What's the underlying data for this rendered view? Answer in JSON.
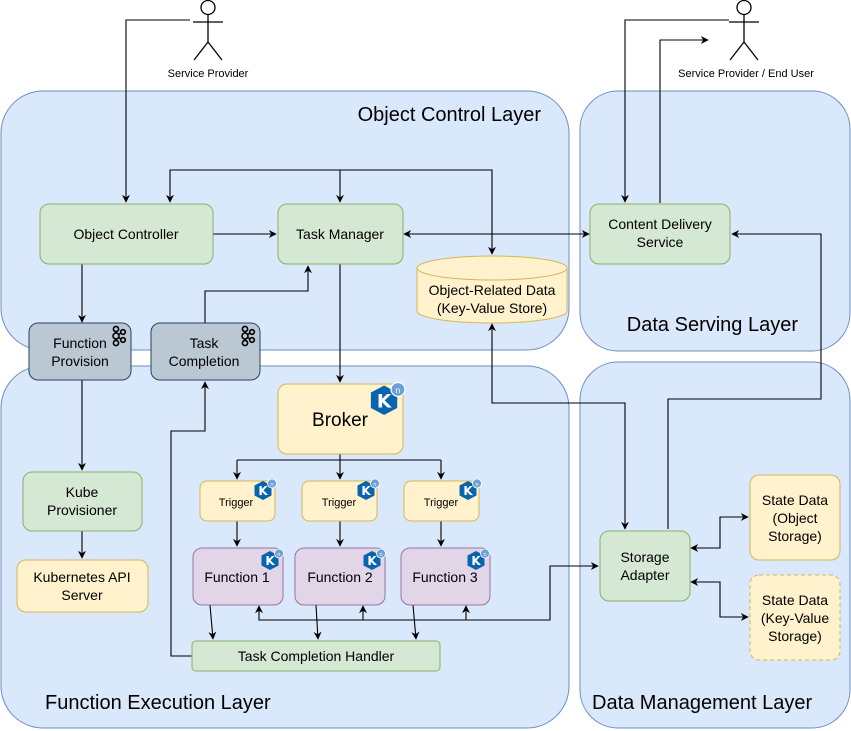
{
  "actors": {
    "provider": "Service Provider",
    "provider_end_user": "Service Provider / End User"
  },
  "layers": {
    "object_control": "Object Control Layer",
    "data_serving": "Data Serving Layer",
    "function_execution": "Function Execution Layer",
    "data_management": "Data Management Layer"
  },
  "nodes": {
    "object_controller": "Object Controller",
    "task_manager": "Task Manager",
    "object_data_line1": "Object-Related Data",
    "object_data_line2": "(Key-Value Store)",
    "content_delivery_line1": "Content Delivery",
    "content_delivery_line2": "Service",
    "function_provision_line1": "Function",
    "function_provision_line2": "Provision",
    "task_completion_line1": "Task",
    "task_completion_line2": "Completion",
    "broker": "Broker",
    "kube_provisioner_line1": "Kube",
    "kube_provisioner_line2": "Provisioner",
    "k8s_api_line1": "Kubernetes API",
    "k8s_api_line2": "Server",
    "trigger_1": "Trigger",
    "trigger_2": "Trigger",
    "trigger_3": "Trigger",
    "function_1": "Function 1",
    "function_2": "Function 2",
    "function_3": "Function 3",
    "task_completion_handler": "Task Completion Handler",
    "storage_adapter_line1": "Storage",
    "storage_adapter_line2": "Adapter",
    "state_object_line1": "State Data",
    "state_object_line2": "(Object",
    "state_object_line3": "Storage)",
    "state_kv_line1": "State Data",
    "state_kv_line2": "(Key-Value",
    "state_kv_line3": "Storage)"
  },
  "icons": {
    "knative": "knative-icon",
    "kafka": "kafka-icon",
    "actor": "person-icon"
  },
  "colors": {
    "layer_fill": "#dae8fc",
    "layer_stroke": "#6c8ebf",
    "green_fill": "#d5e8d4",
    "green_stroke": "#82b366",
    "yellow_fill": "#fff2cc",
    "yellow_stroke": "#d6b656",
    "purple_fill": "#e1d5e7",
    "purple_stroke": "#9673a6",
    "gray_fill": "#bac8d3",
    "gray_stroke": "#23445d",
    "knative_blue": "#0865ad"
  }
}
